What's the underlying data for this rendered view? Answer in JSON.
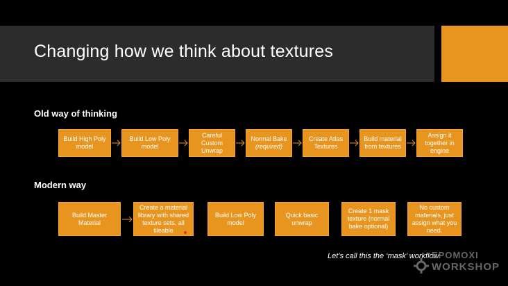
{
  "title": "Changing how we think about textures",
  "colors": {
    "accent": "#e8951f",
    "title_bar": "#2c2c2c",
    "background": "#000000",
    "marker": "#e0302a"
  },
  "old_way": {
    "label": "Old way of thinking",
    "steps": [
      {
        "text": "Build High Poly model"
      },
      {
        "text": "Build Low Poly model"
      },
      {
        "text": "Careful Custom Unwrap"
      },
      {
        "text": "Normal Bake",
        "note": "(required)"
      },
      {
        "text": "Create Atlas Textures"
      },
      {
        "text": "Build material from textures"
      },
      {
        "text": "Assign it together in engine"
      }
    ]
  },
  "modern_way": {
    "label": "Modern way",
    "steps": [
      {
        "text": "Build Master Material"
      },
      {
        "text": "Create a material library with shared texture sets, all tileable"
      },
      {
        "text": "Build Low Poly model"
      },
      {
        "text": "Quick basic unwrap"
      },
      {
        "text": "Create 1 mask texture (normal bake optional)"
      },
      {
        "text": "No custom materials, just assign what you need."
      }
    ]
  },
  "caption": "Let’s call this the ‘mask’ workflow.",
  "logo": {
    "line1": "EPOMOXI",
    "line2": "WORKSHOP",
    "icon": "gear-logo-icon"
  }
}
